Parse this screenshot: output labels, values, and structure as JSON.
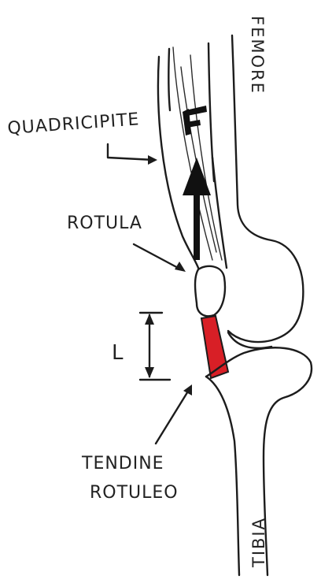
{
  "labels": {
    "femur": "FEMORE",
    "quadriceps": "QUADRICIPITE",
    "patella": "ROTULA",
    "length": "L",
    "force": "F",
    "tendon_line1": "TENDINE",
    "tendon_line2": "ROTULEO",
    "tibia": "TIBIA"
  },
  "colors": {
    "tendon": "#d81f26",
    "arrow": "#111111",
    "ink": "#1c1c1c"
  }
}
